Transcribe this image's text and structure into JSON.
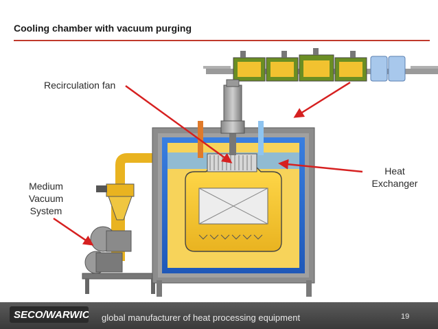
{
  "slide": {
    "title": "Cooling chamber with vacuum purging",
    "page_number": "19"
  },
  "labels": {
    "recirculation_fan": "Recirculation fan",
    "heat_exchanger_line1": "Heat",
    "heat_exchanger_line2": "Exchanger",
    "medium_vacuum_line1": "Medium",
    "medium_vacuum_line2": "Vacuum",
    "medium_vacuum_line3": "System"
  },
  "footer": {
    "logo": "SECO/WARWICK",
    "tagline": "global manufacturer of heat processing equipment"
  },
  "colors": {
    "accent_rule": "#c0392b",
    "arrow": "#d62020",
    "chamber_yellow": "#f4c430",
    "cooling_blue": "#2e6fd0",
    "frame_gray": "#8a8a8a"
  }
}
